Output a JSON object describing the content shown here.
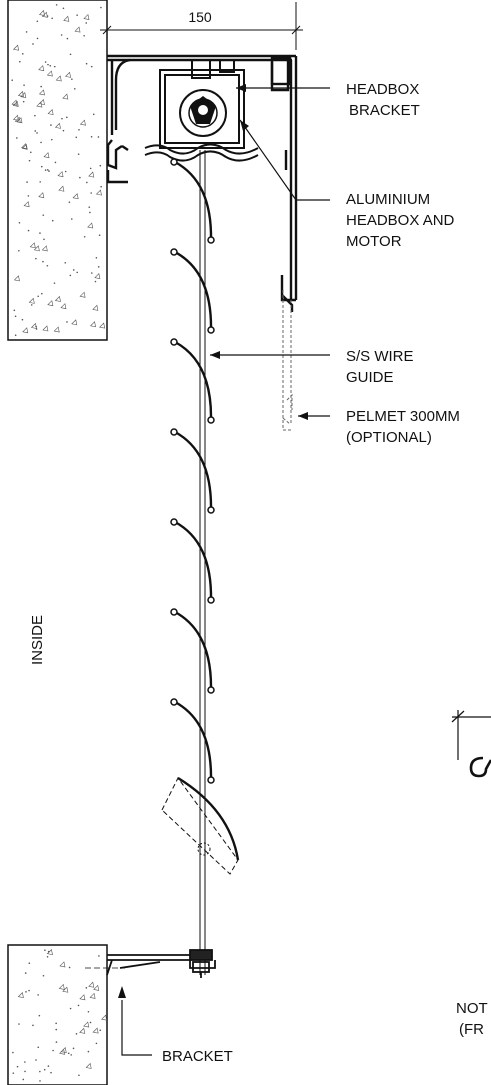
{
  "dimension": {
    "width_value": "150"
  },
  "labels": {
    "headbox_bracket": [
      "HEADBOX",
      "BRACKET"
    ],
    "aluminium_headbox": [
      "ALUMINIUM",
      "HEADBOX AND",
      "MOTOR"
    ],
    "wire_guide": [
      "S/S WIRE",
      "GUIDE"
    ],
    "pelmet": [
      "PELMET 300MM",
      "(OPTIONAL)"
    ],
    "inside": "INSIDE",
    "bracket": "BRACKET",
    "note_partial": [
      "NOT",
      "(FR"
    ]
  },
  "icons": {
    "concrete_wall": "concrete-hatch",
    "blade": "curved-louvre-blade",
    "motor": "tubular-motor-symbol"
  }
}
